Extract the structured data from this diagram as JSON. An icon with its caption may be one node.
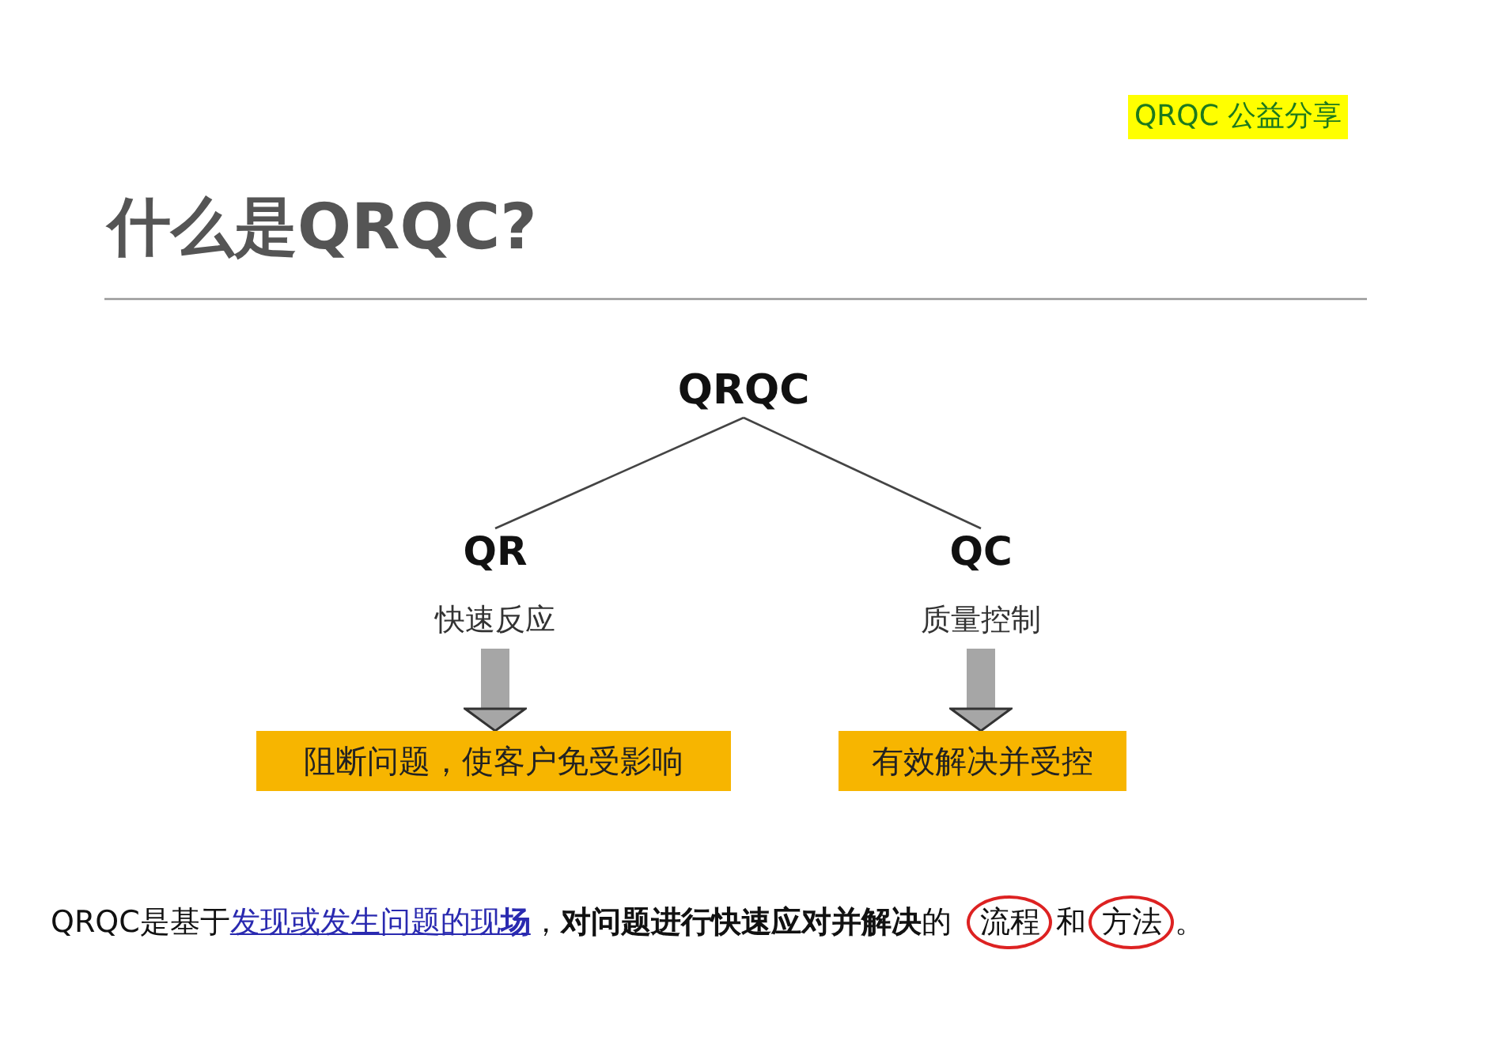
{
  "diagram": {
    "title": "什么是QRQC?",
    "nodes": [
      {
        "text": [
          "QRQC"
        ]
      },
      {
        "text": [
          "QR"
        ],
        "beside": [
          "快速反应"
        ]
      },
      {
        "text": [
          "QC"
        ],
        "beside": [
          "质量控制"
        ]
      },
      {
        "text": [
          "阻断问题，使客户免受影响"
        ]
      },
      {
        "text": [
          "有效解决并受控"
        ]
      }
    ],
    "edges": [
      {
        "from": 0,
        "to": 1,
        "arrow": "none"
      },
      {
        "from": 0,
        "to": 2,
        "arrow": "none"
      },
      {
        "from": 1,
        "to": 3,
        "arrow": "to",
        "style": "thick",
        "color": "#a6a6a6"
      },
      {
        "from": 2,
        "to": 4,
        "arrow": "to",
        "style": "thick",
        "color": "#a6a6a6"
      }
    ],
    "labels": [
      "QRQC 公益分享",
      "QRQC是基于",
      "发现或发生问题的现**场**",
      "，**对问题进行快速应对并解决**的",
      "流程",
      "和",
      "方法",
      "。"
    ]
  }
}
